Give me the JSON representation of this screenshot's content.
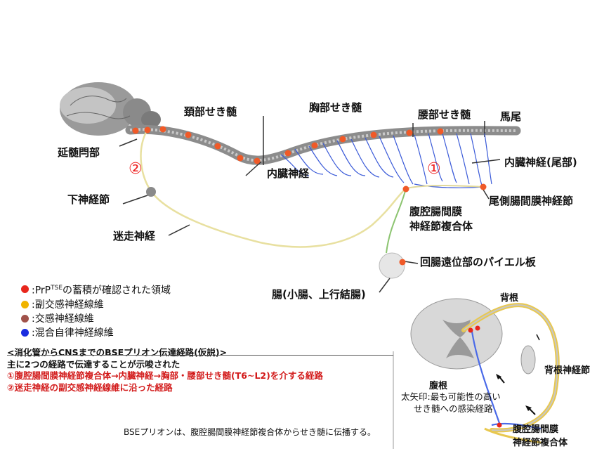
{
  "labels": {
    "cervical": "頚部せき髄",
    "thoracic": "胸部せき髄",
    "lumbar": "腰部せき髄",
    "cauda": "馬尾",
    "obex": "延髄閂部",
    "splanchnic": "内臓神経",
    "splanchnic_tail": "内臓神経(尾部)",
    "nodose": "下神経節",
    "vagus": "迷走神経",
    "caudal_mesenteric": "尾側腸間膜神経節",
    "celiac_1": "腹腔腸間膜",
    "celiac_2": "神経節複合体",
    "peyer": "回腸遠位部のパイエル板",
    "intestine": "腸(小腸、上行結腸)",
    "route1": "①",
    "route2": "②"
  },
  "legend": [
    {
      "color": "#e8261c",
      "text_pre": ":PrP",
      "sup": "TSE",
      "text_post": "の蓄積が確認された領域"
    },
    {
      "color": "#f0b400",
      "text_pre": ":副交感神経線維",
      "sup": "",
      "text_post": ""
    },
    {
      "color": "#a0524a",
      "text_pre": ":交感神経線維",
      "sup": "",
      "text_post": ""
    },
    {
      "color": "#1a2de0",
      "text_pre": ":混合自律神経線維",
      "sup": "",
      "text_post": ""
    }
  ],
  "caption": {
    "title": "<消化管からCNSまでのBSEプリオン伝達経路(仮説)>",
    "line2": "主に2つの経路で伝達することが示唆された",
    "line3": "①腹腔腸間膜神経節複合体→内臓神経→胸部・腰部せき髄(T6~L2)を介する経路",
    "line4": "②迷走神経の副交感神経線維に沿った経路"
  },
  "inset": {
    "dorsal_root": "背根",
    "dorsal_root_ganglion": "背根神経節",
    "ventral_root": "腹根",
    "arrow_note_1": "太矢印:最も可能性の高い",
    "arrow_note_2": "せき髄への感染経路",
    "celiac_1": "腹腔腸間膜",
    "celiac_2": "神経節複合体"
  },
  "footer": "BSEプリオンは、腹腔腸間膜神経節複合体からせき髄に伝播する。"
}
